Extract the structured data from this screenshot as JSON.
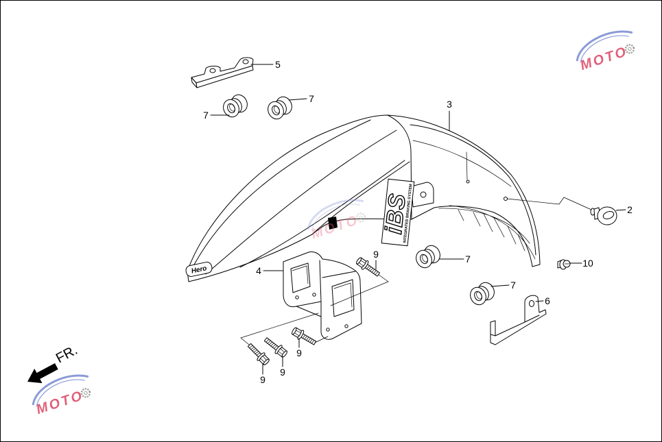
{
  "diagram": {
    "callouts": [
      {
        "label": "5"
      },
      {
        "label": "7"
      },
      {
        "label": "7"
      },
      {
        "label": "3"
      },
      {
        "label": "2"
      },
      {
        "label": "7"
      },
      {
        "label": "10"
      },
      {
        "label": "4"
      },
      {
        "label": "9"
      },
      {
        "label": "7"
      },
      {
        "label": "6"
      },
      {
        "label": "9"
      },
      {
        "label": "9"
      },
      {
        "label": "9"
      }
    ],
    "direction_label": "FR.",
    "fender_badge": "Hero",
    "sticker": {
      "logo": "iBS",
      "tagline": "INTEGRATED BRAKING SYSTEM"
    },
    "watermark": "MOTO"
  },
  "colors": {
    "line": "#000000",
    "background": "#ffffff",
    "watermark_text": "#e0607a",
    "watermark_swoosh": "#8a9ad6"
  }
}
